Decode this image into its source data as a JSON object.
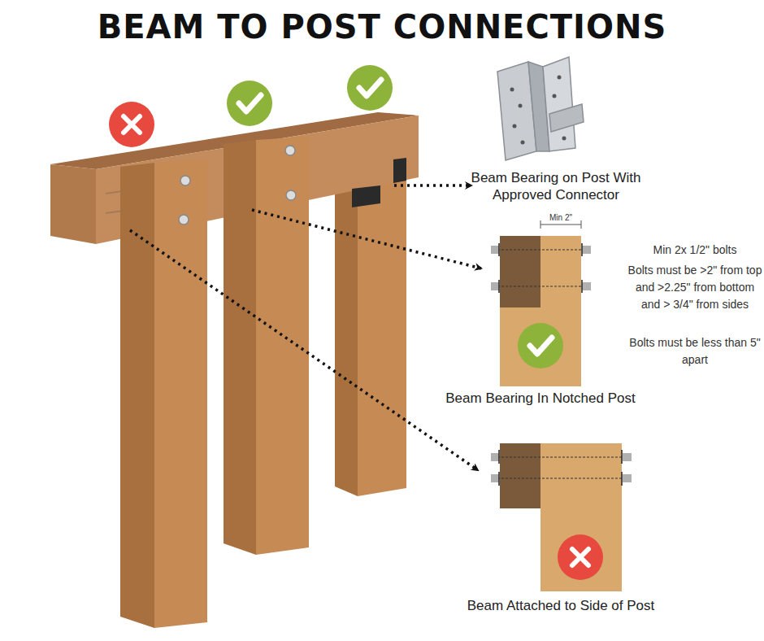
{
  "diagram": {
    "title": "BEAM TO POST CONNECTIONS",
    "nodes": [
      {
        "text": [
          "Beam Bearing on Post With Approved Connector"
        ]
      },
      {
        "text": [
          "Beam Bearing In Notched Post"
        ]
      },
      {
        "text": [
          "Beam Attached to Side of Post"
        ]
      }
    ],
    "labels": [
      "Min 2\"",
      "Min 2x 1/2\" bolts",
      "Bolts must be >2\" from top and >2.25\" from bottom and > 3/4\" from sides",
      "Bolts must be less than 5\" apart"
    ]
  }
}
